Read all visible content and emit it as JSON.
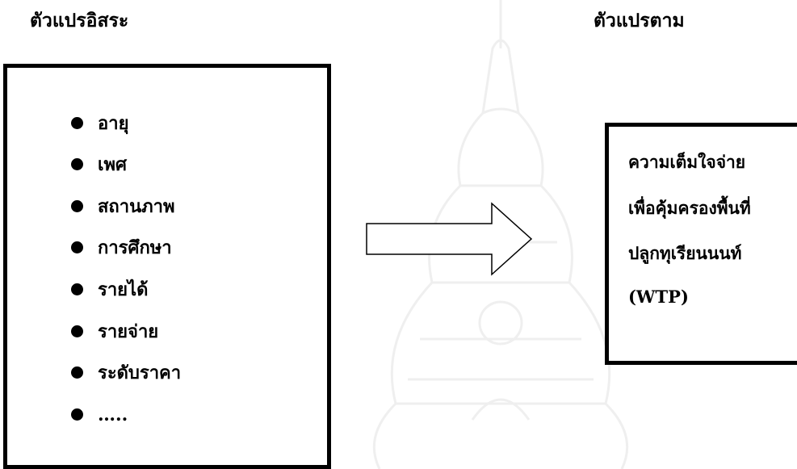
{
  "independent": {
    "heading": "ตัวแปรอิสระ",
    "items": [
      {
        "label": "อายุ"
      },
      {
        "label": "เพศ"
      },
      {
        "label": "สถานภาพ"
      },
      {
        "label": "การศึกษา"
      },
      {
        "label": "รายได้"
      },
      {
        "label": "รายจ่าย"
      },
      {
        "label": "ระดับราคา"
      },
      {
        "label": "….."
      }
    ]
  },
  "dependent": {
    "heading": "ตัวแปรตาม",
    "lines": [
      "ความเต็มใจจ่าย",
      "เพื่อคุ้มครองพื้นที่",
      "ปลูกทุเรียนนนท์",
      "(WTP)"
    ]
  },
  "arrow": {
    "direction": "right",
    "style": "outline"
  }
}
